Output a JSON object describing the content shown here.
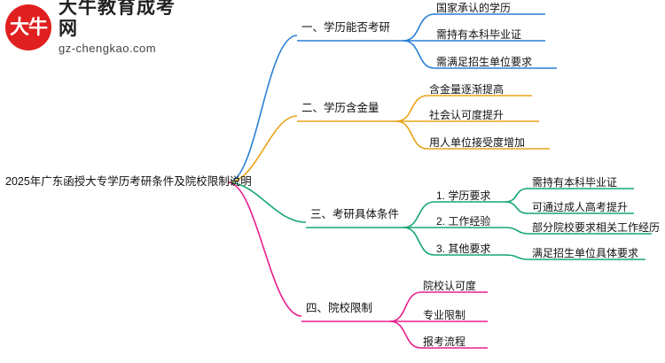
{
  "watermark": {
    "logo_glyph": "大牛",
    "title": "大牛教育成考网",
    "subtitle": "gz-chengkao.com"
  },
  "diagram": {
    "type": "mindmap",
    "root": "2025年广东函授大专学历考研条件及院校限制说明",
    "branches": [
      {
        "label": "一、学历能否考研",
        "color": "#2a7fd4",
        "children": [
          {
            "label": "国家承认的学历"
          },
          {
            "label": "需持有本科毕业证"
          },
          {
            "label": "需满足招生单位要求"
          }
        ]
      },
      {
        "label": "二、学历含金量",
        "color": "#e8a317",
        "children": [
          {
            "label": "含金量逐渐提高"
          },
          {
            "label": "社会认可度提升"
          },
          {
            "label": "用人单位接受度增加"
          }
        ]
      },
      {
        "label": "三、考研具体条件",
        "color": "#17a673",
        "children": [
          {
            "label": "1. 学历要求",
            "sub": [
              {
                "label": "需持有本科毕业证"
              },
              {
                "label": "可通过成人高考提升"
              }
            ]
          },
          {
            "label": "2. 工作经验",
            "sub": [
              {
                "label": "部分院校要求相关工作经历"
              }
            ]
          },
          {
            "label": "3. 其他要求",
            "sub": [
              {
                "label": "满足招生单位具体要求"
              }
            ]
          }
        ]
      },
      {
        "label": "四、院校限制",
        "color": "#e81f8f",
        "children": [
          {
            "label": "院校认可度"
          },
          {
            "label": "专业限制"
          },
          {
            "label": "报考流程"
          }
        ]
      }
    ]
  }
}
